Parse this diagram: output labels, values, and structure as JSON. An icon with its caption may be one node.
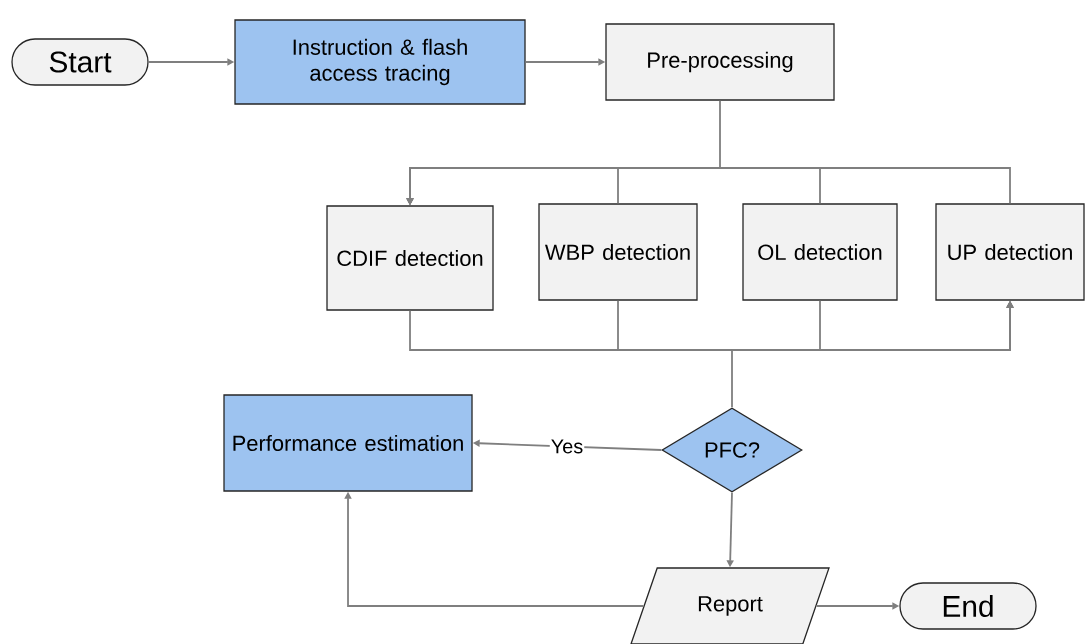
{
  "diagram": {
    "nodes": [
      {
        "text": [
          "Start"
        ]
      },
      {
        "text": [
          "Instruction & flash access tracing"
        ]
      },
      {
        "text": [
          "Pre-processing"
        ]
      },
      {
        "text": [
          "CDIF detection"
        ]
      },
      {
        "text": [
          "WBP detection"
        ]
      },
      {
        "text": [
          "OL detection"
        ]
      },
      {
        "text": [
          "UP detection"
        ]
      },
      {
        "text": [
          "PFC?"
        ]
      },
      {
        "text": [
          "Performance estimation"
        ]
      },
      {
        "text": [
          "Report"
        ]
      },
      {
        "text": [
          "End"
        ]
      }
    ],
    "edges": [
      {
        "from": 0,
        "to": 1,
        "arrow": "to"
      },
      {
        "from": 1,
        "to": 2,
        "arrow": "to"
      },
      {
        "from": 2,
        "to": 3,
        "arrow": "to"
      },
      {
        "from": 4,
        "to": 3,
        "arrow": "to"
      },
      {
        "from": 5,
        "to": 3,
        "arrow": "to"
      },
      {
        "from": 6,
        "to": 3,
        "arrow": "to"
      },
      {
        "from": 3,
        "to": 6,
        "arrow": "to"
      },
      {
        "from": 4,
        "to": 6,
        "arrow": "to"
      },
      {
        "from": 5,
        "to": 6,
        "arrow": "to"
      },
      {
        "from": 7,
        "to": 6,
        "arrow": "to"
      },
      {
        "from": 7,
        "to": 8,
        "arrow": "to",
        "label": "Yes"
      },
      {
        "from": 7,
        "to": 9,
        "arrow": "to"
      },
      {
        "from": 9,
        "to": 8,
        "arrow": "to"
      },
      {
        "from": 9,
        "to": 10,
        "arrow": "to"
      }
    ]
  }
}
